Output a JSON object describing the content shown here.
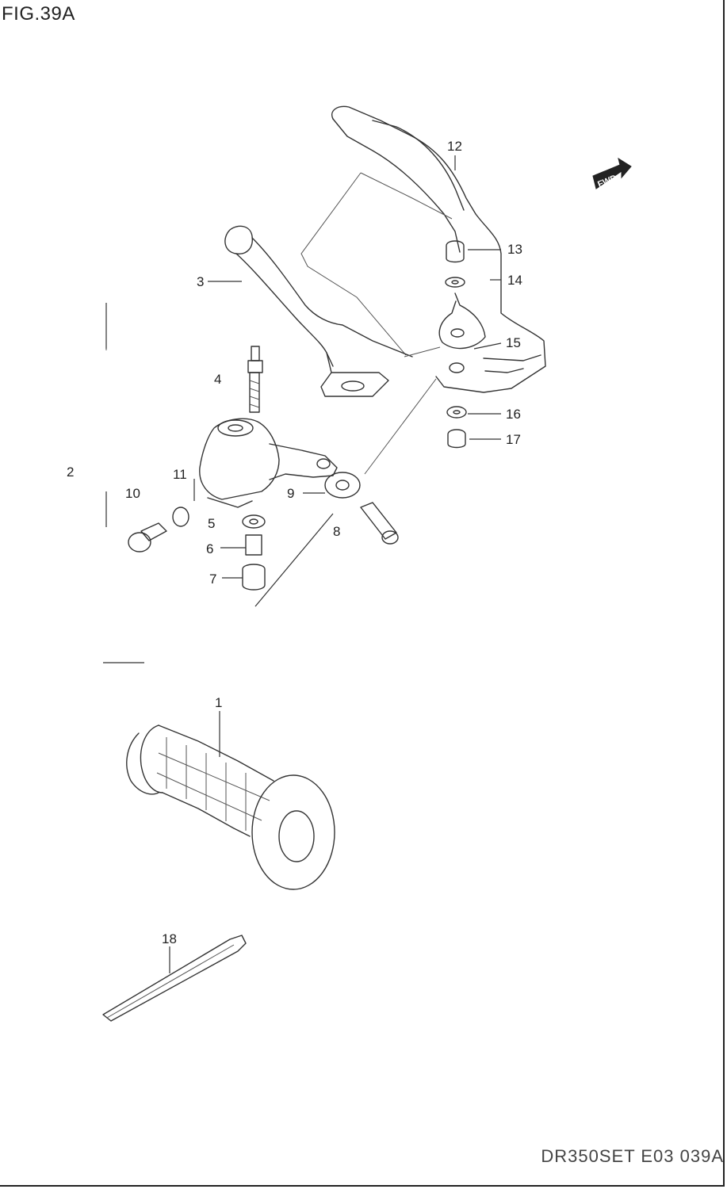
{
  "figure": {
    "title": "FIG.39A",
    "drawing_code": "DR350SET E03 039A",
    "direction_badge": "FWD"
  },
  "callouts": [
    {
      "id": "c1",
      "text": "1"
    },
    {
      "id": "c2",
      "text": "2"
    },
    {
      "id": "c3",
      "text": "3"
    },
    {
      "id": "c4",
      "text": "4"
    },
    {
      "id": "c5",
      "text": "5"
    },
    {
      "id": "c6",
      "text": "6"
    },
    {
      "id": "c7",
      "text": "7"
    },
    {
      "id": "c8",
      "text": "8"
    },
    {
      "id": "c9",
      "text": "9"
    },
    {
      "id": "c10",
      "text": "10"
    },
    {
      "id": "c11",
      "text": "11"
    },
    {
      "id": "c12",
      "text": "12"
    },
    {
      "id": "c13",
      "text": "13"
    },
    {
      "id": "c14",
      "text": "14"
    },
    {
      "id": "c15",
      "text": "15"
    },
    {
      "id": "c16",
      "text": "16"
    },
    {
      "id": "c17",
      "text": "17"
    },
    {
      "id": "c18",
      "text": "18"
    }
  ]
}
